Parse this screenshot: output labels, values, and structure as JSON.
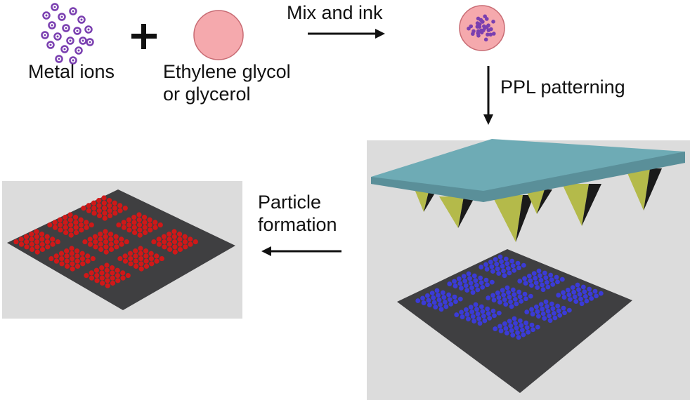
{
  "labels": {
    "metal_ions": "Metal ions",
    "ethylene_glycol_line1": "Ethylene glycol",
    "ethylene_glycol_line2": "or glycerol",
    "mix_and_ink": "Mix and ink",
    "ppl_patterning": "PPL patterning",
    "particle_formation_line1": "Particle",
    "particle_formation_line2": "formation"
  },
  "colors": {
    "ion": "#7a3fb0",
    "ink_droplet": "#f4a5aa",
    "ink_droplet_edge": "#c9676f",
    "pen_array": "#6fa9b3",
    "pen_tip": "#b3b94a",
    "substrate": "#3d3d3f",
    "dot_blue": "#3b3bd6",
    "dot_red": "#d01818",
    "panel_bg": "#dedede"
  },
  "arrays": {
    "blue_grid_rows": 3,
    "red_grid_rows": 3,
    "dots_per_cluster_side": 5
  }
}
